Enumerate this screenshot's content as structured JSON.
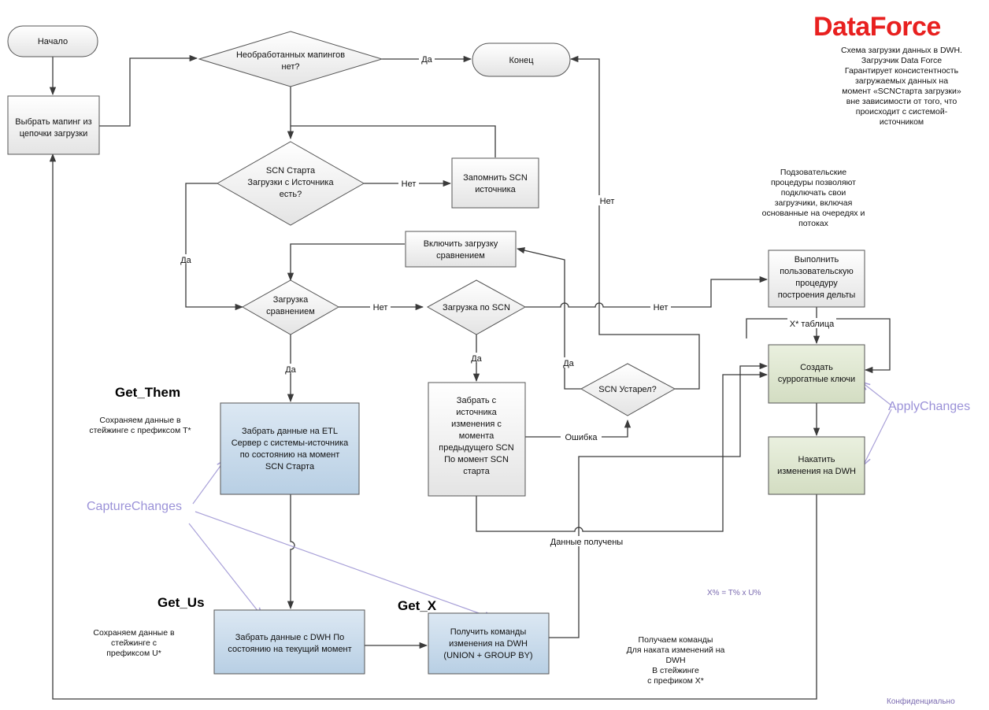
{
  "brand": {
    "name": "DataForce",
    "color": "#e8201f"
  },
  "header_note": [
    "Схема загрузки данных в DWH.",
    "Загрузчик Data Force",
    "Гарантирует консистентность",
    "загружаемых данных на",
    "момент «SCNСтарта загрузки»",
    "вне зависимости от того, что",
    "происходит с системой-",
    "источником"
  ],
  "nodes": {
    "start": "Начало",
    "choose": [
      "Выбрать мапинг из",
      "цепочки загрузки"
    ],
    "unprocessed": [
      "Необработанных мапингов",
      "нет?"
    ],
    "end": "Конец",
    "scn_exists": [
      "SCN Старта",
      "Загрузки с Источника",
      "есть?"
    ],
    "remember_scn": [
      "Запомнить SCN",
      "источника"
    ],
    "enable_compare": [
      "Включить загрузку",
      "сравнением"
    ],
    "compare_load": [
      "Загрузка",
      "сравнением"
    ],
    "scn_load": "Загрузка по SCN",
    "scn_outdated": "SCN Устарел?",
    "user_proc": [
      "Выполнить",
      "пользовательскую",
      "процедуру",
      "построения дельты"
    ],
    "surrogate": [
      "Создать",
      "суррогатные ключи"
    ],
    "apply": [
      "Накатить",
      "изменения на DWH"
    ],
    "get_them": [
      "Забрать данные на ETL",
      "Сервер с системы-источника",
      "по состоянию на момент",
      "SCN Старта"
    ],
    "get_changes": [
      "Забрать с",
      "источника",
      "изменения с",
      "момента",
      "предыдущего SCN",
      "По момент SCN",
      "старта"
    ],
    "get_us": [
      "Забрать данные с DWH По",
      "состоянию на текущий момент"
    ],
    "get_x": [
      "Получить команды",
      "изменения на DWH",
      "(UNION + GROUP BY)"
    ]
  },
  "edge_labels": {
    "yes_end": "Да",
    "no_remember": "Нет",
    "no_up": "Нет",
    "yes_compare": "Да",
    "no_compare": "Нет",
    "yes_get_them": "Да",
    "yes_scn": "Да",
    "yes_outdated": "Да",
    "no_user": "Нет",
    "error": "Ошибка",
    "x_table": "X* таблица",
    "data_received": "Данные получены"
  },
  "step_names": {
    "get_them": "Get_Them",
    "get_us": "Get_Us",
    "get_x": "Get_X"
  },
  "notes": {
    "them": [
      "Сохраняем данные в",
      "стейжинге с префиксом Т*"
    ],
    "us": [
      "Сохраняем данные в",
      "стейжинге с",
      "префиксом U*"
    ],
    "x": [
      "Получаем команды",
      "Для наката изменений на",
      "DWH",
      "В стейжинге",
      "с префиком X*"
    ],
    "user_proc": [
      "Подзовательские",
      "процедуры позволяют",
      "подключать свои",
      "загрузчики, включая",
      "основанные на очередях и",
      "потоках"
    ]
  },
  "phases": {
    "capture": "CaptureChanges",
    "apply": "ApplyChanges"
  },
  "formula": "X% = T% x U%",
  "confidential": "Конфиденциально",
  "colors": {
    "blue_fill": "#c5d8ea",
    "green_fill": "#dde6cf",
    "gray_fill": "#f0f0f0",
    "phase": "#9b92d8"
  }
}
